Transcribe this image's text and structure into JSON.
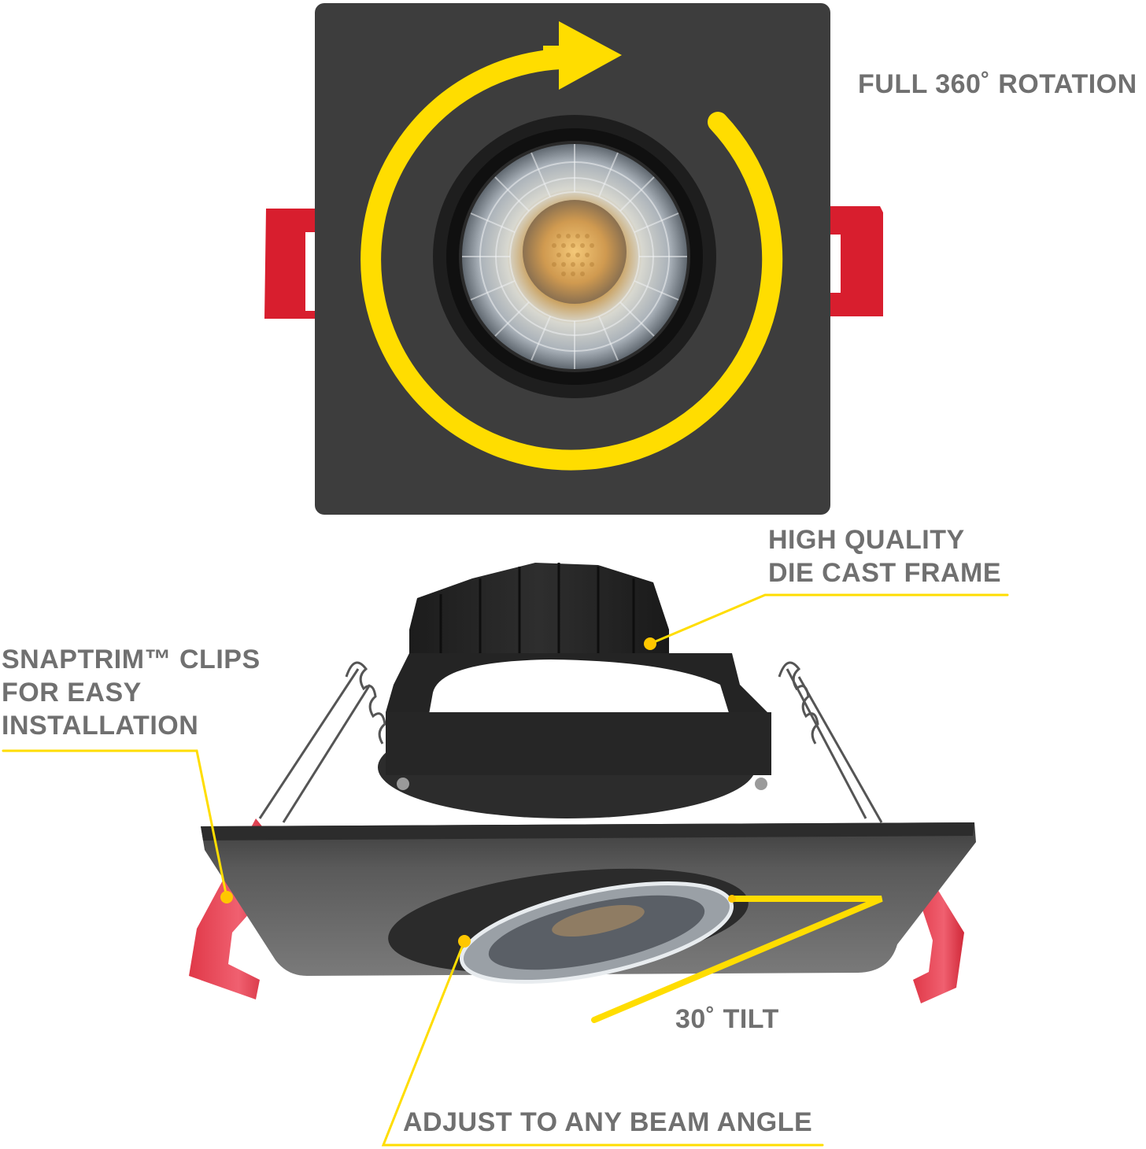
{
  "image": {
    "description": "Square gimbal recessed LED downlight feature diagram",
    "colors": {
      "callout_yellow": "#FFDD00",
      "label_gray": "#707070",
      "trim_black": "#3a3a3a",
      "clip_red": "#d81e2e",
      "background": "#ffffff"
    }
  },
  "callouts": {
    "rotation": {
      "text": "FULL 360˚ ROTATION"
    },
    "frame": {
      "lines": [
        "HIGH QUALITY",
        "DIE CAST FRAME"
      ]
    },
    "clips": {
      "lines": [
        "SNAPTRIM™ CLIPS",
        "FOR EASY",
        "INSTALLATION"
      ]
    },
    "tilt": {
      "text": "30˚ TILT"
    },
    "beam": {
      "text": "ADJUST TO ANY BEAM ANGLE"
    }
  },
  "icons": {
    "rotation_arrow": "circular-arrow-clockwise"
  }
}
